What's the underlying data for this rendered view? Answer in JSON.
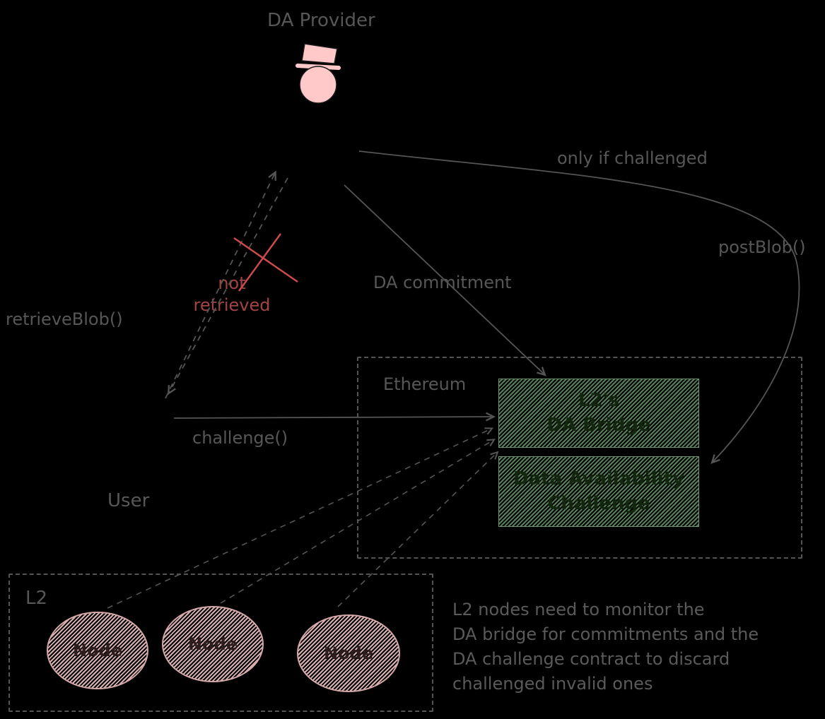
{
  "diagram": {
    "provider": {
      "label": "DA Provider",
      "icon": "person-with-hat-icon"
    },
    "arrows": {
      "post_blob": {
        "label": "postBlob()",
        "condition": "only if challenged"
      },
      "da_commitment": {
        "label": "DA commitment"
      },
      "retrieve_blob": {
        "label": "retrieveBlob()",
        "failure_line1": "not",
        "failure_line2": "retrieved"
      },
      "challenge": {
        "label": "challenge()"
      }
    },
    "user": {
      "label": "User"
    },
    "ethereum": {
      "label": "Ethereum",
      "da_bridge": {
        "line1": "L2's",
        "line2": "DA Bridge"
      },
      "da_challenge": {
        "line1": "Data Availability",
        "line2": "Challenge"
      }
    },
    "l2": {
      "label": "L2",
      "nodes": [
        {
          "label": "Node"
        },
        {
          "label": "Node"
        },
        {
          "label": "Node"
        }
      ]
    },
    "caption": {
      "line1": "L2 nodes need to monitor the",
      "line2": "DA bridge for commitments and the",
      "line3": "DA challenge contract to discard",
      "line4": "challenged invalid ones"
    },
    "colors": {
      "background": "#000000",
      "stroke_gray": "#555555",
      "text_gray": "#575757",
      "red_x": "#d04b4b",
      "red_text": "#a34444",
      "green_hatch": "#57805b",
      "pink_head": "#ffc9c9",
      "pink_hatch": "#d9b1b1"
    }
  }
}
